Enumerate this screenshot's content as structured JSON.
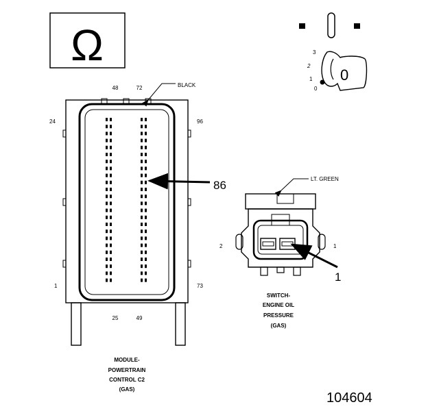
{
  "meter": {
    "symbol": "Ω"
  },
  "key_switch": {
    "positions": [
      "3",
      "2",
      "1",
      "0"
    ],
    "key_label": "0"
  },
  "ecm_connector": {
    "color_label": "BLACK",
    "pin_labels": {
      "top_left": "48",
      "top_right": "72",
      "left_top": "24",
      "right_top": "96",
      "left_bottom": "1",
      "right_bottom": "73",
      "bottom_left": "25",
      "bottom_right": "49"
    },
    "callout": "86",
    "caption": [
      "MODULE-",
      "POWERTRAIN",
      "CONTROL C2",
      "(GAS)"
    ]
  },
  "oil_switch_connector": {
    "color_label": "LT. GREEN",
    "pin_left": "2",
    "pin_right": "1",
    "callout": "1",
    "caption": [
      "SWITCH-",
      "ENGINE OIL",
      "PRESSURE",
      "(GAS)"
    ]
  },
  "figure_number": "104604"
}
